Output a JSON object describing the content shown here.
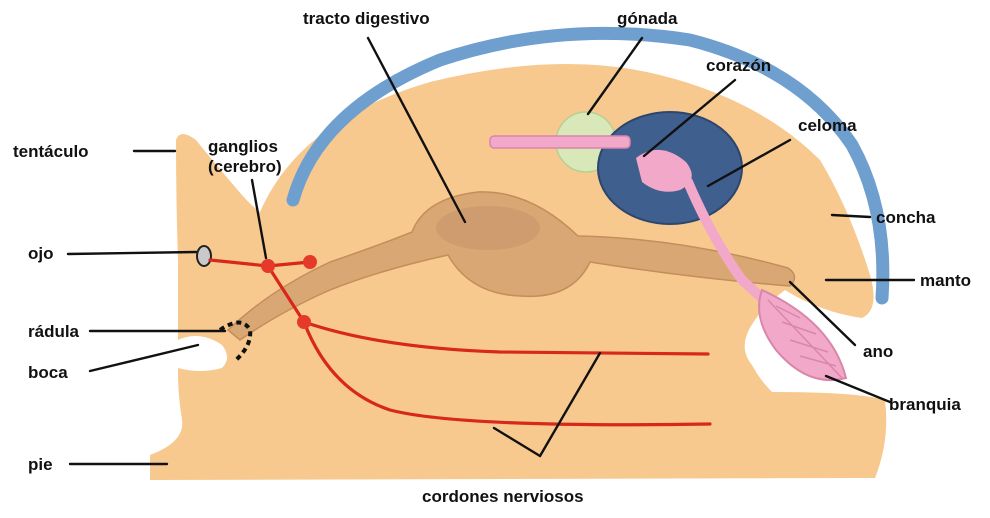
{
  "labels": {
    "tentaculo": "tentáculo",
    "ojo": "ojo",
    "radula": "rádula",
    "boca": "boca",
    "pie": "pie",
    "ganglios_1": "ganglios",
    "ganglios_2": "(cerebro)",
    "tracto": "tracto digestivo",
    "gonada": "gónada",
    "corazon": "corazón",
    "celoma": "celoma",
    "concha": "concha",
    "manto": "manto",
    "ano": "ano",
    "branquia": "branquia",
    "cordones": "cordones nerviosos"
  },
  "colors": {
    "body": "#f7c98f",
    "shell": "#6f9fcf",
    "gut": "#d9a774",
    "nerve": "#d8281c",
    "gonad": "#d8e8b8",
    "coelom": "#3f5f8f",
    "heart": "#f2a8c8"
  }
}
